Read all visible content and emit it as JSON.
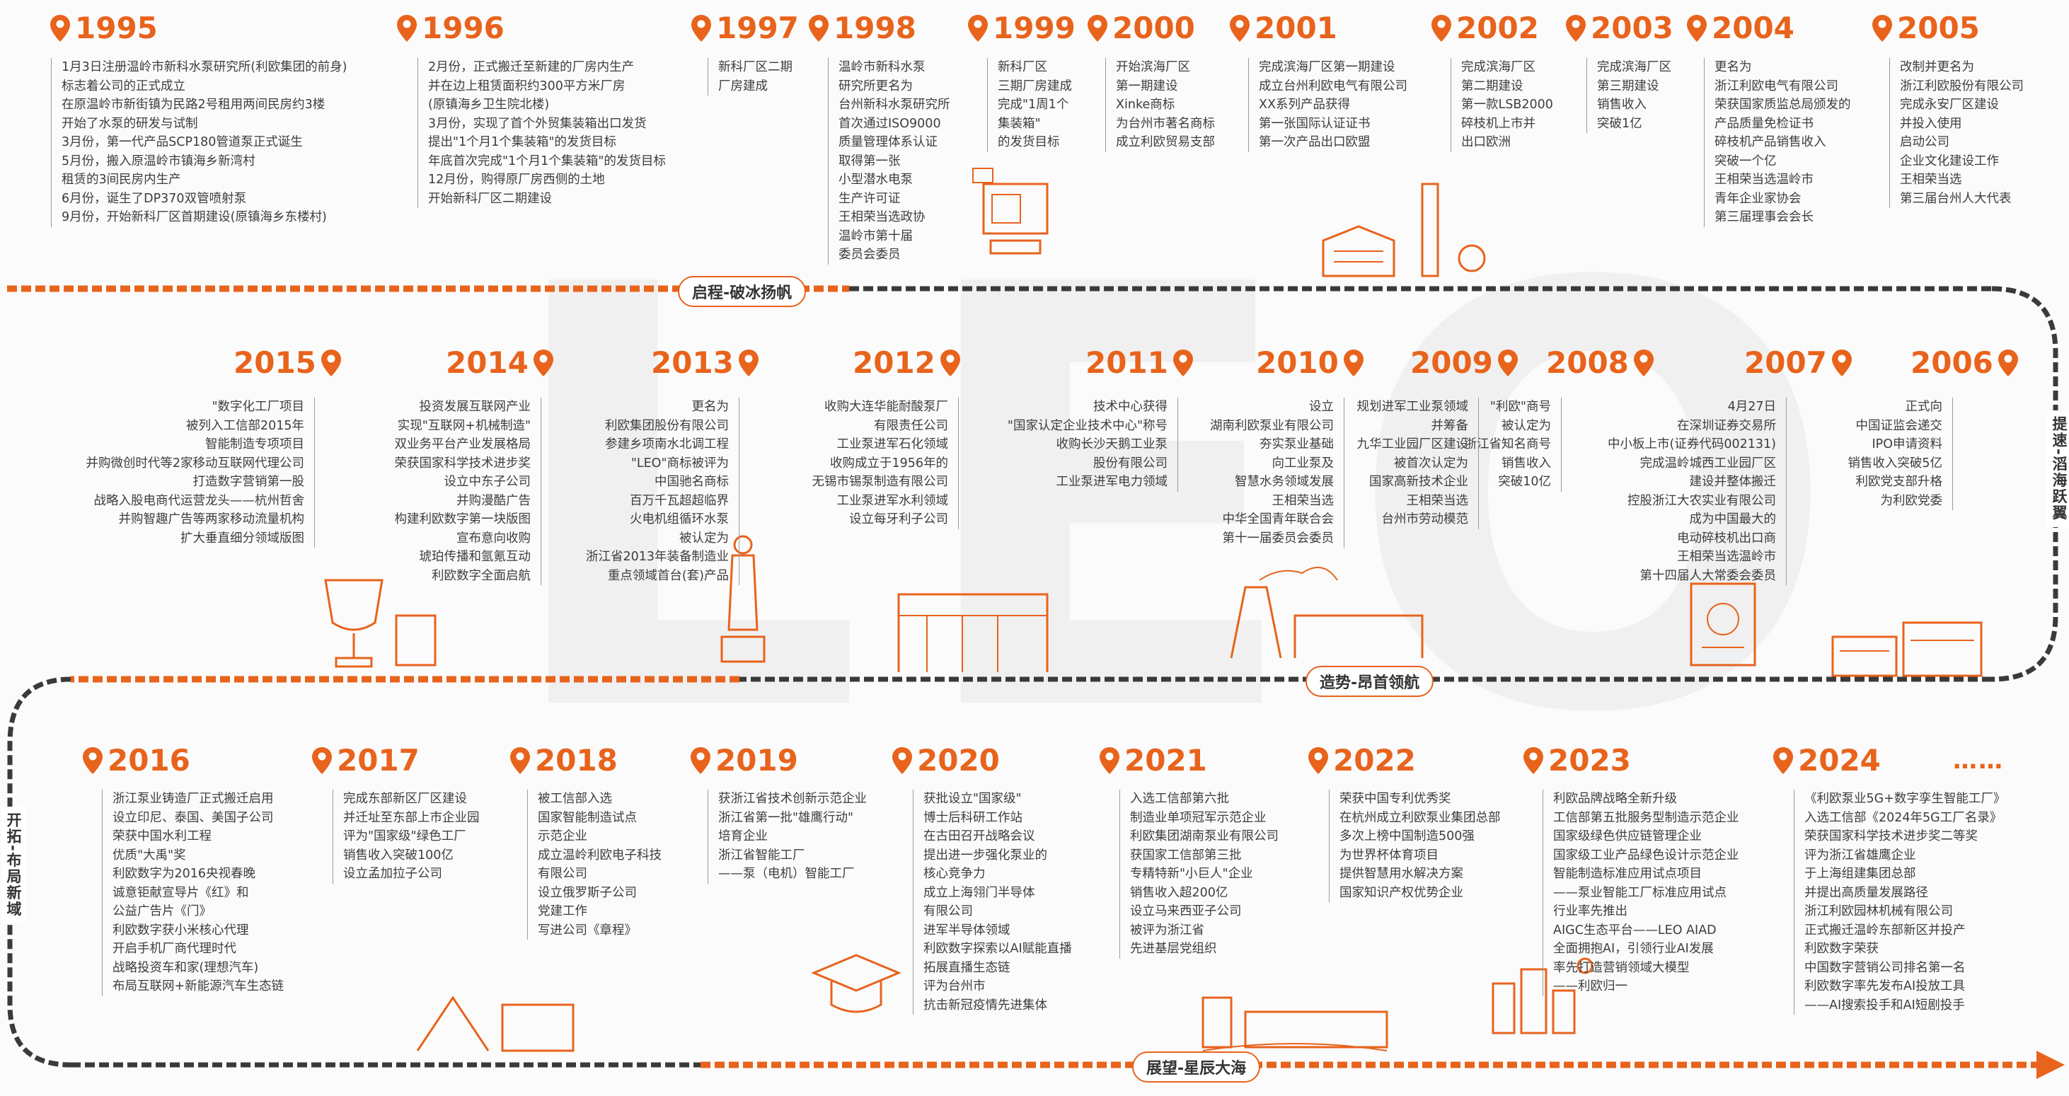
{
  "watermark": "LEO",
  "colors": {
    "accent": "#e8631c",
    "line": "#3a3a3a",
    "text": "#3d3d3d"
  },
  "stages": {
    "s1": "启程-破冰扬帆",
    "s2": "造势-昂首领航",
    "s3": "展望-星辰大海",
    "right_side": "提速-滔海跃翼",
    "left_side": "开拓-布局新域"
  },
  "ellipsis": "……",
  "years": [
    {
      "year": "1995",
      "lines": [
        "1月3日注册温岭市新科水泵研究所(利欧集团的前身)",
        "标志着公司的正式成立",
        "在原温岭市新街镇为民路2号租用两间民房约3楼",
        "开始了水泵的研发与试制",
        "3月份，第一代产品SCP180管道泵正式诞生",
        "5月份，搬入原温岭市镇海乡新湾村",
        "租赁的3间民房内生产",
        "6月份，诞生了DP370双管喷射泵",
        "9月份，开始新科厂区首期建设(原镇海乡东楼村)"
      ]
    },
    {
      "year": "1996",
      "lines": [
        "2月份，正式搬迁至新建的厂房内生产",
        "并在边上租赁面积约300平方米厂房",
        "(原镇海乡卫生院北楼)",
        "3月份，实现了首个外贸集装箱出口发货",
        "提出\"1个月1个集装箱\"的发货目标",
        "年底首次完成\"1个月1个集装箱\"的发货目标",
        "12月份，购得原厂房西侧的土地",
        "开始新科厂区二期建设"
      ]
    },
    {
      "year": "1997",
      "lines": [
        "新科厂区二期",
        "厂房建成"
      ]
    },
    {
      "year": "1998",
      "lines": [
        "温岭市新科水泵",
        "研究所更名为",
        "台州新科水泵研究所",
        "首次通过ISO9000",
        "质量管理体系认证",
        "取得第一张",
        "小型潜水电泵",
        "生产许可证",
        "王相荣当选政协",
        "温岭市第十届",
        "委员会委员"
      ]
    },
    {
      "year": "1999",
      "lines": [
        "新科厂区",
        "三期厂房建成",
        "完成\"1周1个",
        "集装箱\"",
        "的发货目标"
      ]
    },
    {
      "year": "2000",
      "lines": [
        "开始滨海厂区",
        "第一期建设",
        "Xinke商标",
        "为台州市著名商标",
        "成立利欧贸易支部"
      ]
    },
    {
      "year": "2001",
      "lines": [
        "完成滨海厂区第一期建设",
        "成立台州利欧电气有限公司",
        "XX系列产品获得",
        "第一张国际认证证书",
        "第一次产品出口欧盟"
      ]
    },
    {
      "year": "2002",
      "lines": [
        "完成滨海厂区",
        "第二期建设",
        "第一款LSB2000",
        "碎枝机上市并",
        "出口欧洲"
      ]
    },
    {
      "year": "2003",
      "lines": [
        "完成滨海厂区",
        "第三期建设",
        "销售收入",
        "突破1亿"
      ]
    },
    {
      "year": "2004",
      "lines": [
        "更名为",
        "浙江利欧电气有限公司",
        "荣获国家质监总局颁发的",
        "产品质量免检证书",
        "碎枝机产品销售收入",
        "突破一个亿",
        "王相荣当选温岭市",
        "青年企业家协会",
        "第三届理事会会长"
      ]
    },
    {
      "year": "2005",
      "lines": [
        "改制并更名为",
        "浙江利欧股份有限公司",
        "完成永安厂区建设",
        "并投入使用",
        "启动公司",
        "企业文化建设工作",
        "王相荣当选",
        "第三届台州人大代表"
      ]
    },
    {
      "year": "2006",
      "lines": [
        "正式向",
        "中国证监会递交",
        "IPO申请资料",
        "销售收入突破5亿",
        "利欧党支部升格",
        "为利欧党委"
      ]
    },
    {
      "year": "2007",
      "lines": [
        "4月27日",
        "在深圳证券交易所",
        "中小板上市(证券代码002131)",
        "完成温岭城西工业园厂区",
        "建设并整体搬迁",
        "控股浙江大农实业有限公司",
        "成为中国最大的",
        "电动碎枝机出口商",
        "王相荣当选温岭市",
        "第十四届人大常委会委员"
      ]
    },
    {
      "year": "2008",
      "lines": [
        "\"利欧\"商号",
        "被认定为",
        "浙江省知名商号",
        "销售收入",
        "突破10亿"
      ]
    },
    {
      "year": "2009",
      "lines": [
        "规划进军工业泵领域",
        "并筹备",
        "九华工业园厂区建设",
        "被首次认定为",
        "国家高新技术企业",
        "王相荣当选",
        "台州市劳动模范"
      ]
    },
    {
      "year": "2010",
      "lines": [
        "设立",
        "湖南利欧泵业有限公司",
        "夯实泵业基础",
        "向工业泵及",
        "智慧水务领域发展",
        "王相荣当选",
        "中华全国青年联合会",
        "第十一届委员会委员"
      ]
    },
    {
      "year": "2011",
      "lines": [
        "技术中心获得",
        "\"国家认定企业技术中心\"称号",
        "收购长沙天鹅工业泵",
        "股份有限公司",
        "工业泵进军电力领域"
      ]
    },
    {
      "year": "2012",
      "lines": [
        "收购大连华能耐酸泵厂",
        "有限责任公司",
        "工业泵进军石化领域",
        "收购成立于1956年的",
        "无锡市锡泵制造有限公司",
        "工业泵进军水利领域",
        "设立每牙利子公司"
      ]
    },
    {
      "year": "2013",
      "lines": [
        "更名为",
        "利欧集团股份有限公司",
        "参建乡项南水北调工程",
        "\"LEO\"商标被评为",
        "中国驰名商标",
        "百万千瓦超超临界",
        "火电机组循环水泵",
        "被认定为",
        "浙江省2013年装备制造业",
        "重点领域首台(套)产品"
      ]
    },
    {
      "year": "2014",
      "lines": [
        "投资发展互联网产业",
        "实现\"互联网+机械制造\"",
        "双业务平台产业发展格局",
        "荣获国家科学技术进步奖",
        "设立中东子公司",
        "并购漫酷广告",
        "构建利欧数字第一块版图",
        "宣布意向收购",
        "琥珀传播和氩氪互动",
        "利欧数字全面启航"
      ]
    },
    {
      "year": "2015",
      "lines": [
        "\"数字化工厂项目",
        "被列入工信部2015年",
        "智能制造专项项目",
        "并购微创时代等2家移动互联网代理公司",
        "打造数字营销第一股",
        "战略入股电商代运营龙头——杭州哲舍",
        "并购智趣广告等两家移动流量机构",
        "扩大垂直细分领域版图"
      ]
    },
    {
      "year": "2016",
      "lines": [
        "浙江泵业铸造厂正式搬迁启用",
        "设立印尼、泰国、美国子公司",
        "荣获中国水利工程",
        "优质\"大禹\"奖",
        "利欧数字为2016央视春晚",
        "诚意钜献宣导片《红》和",
        "公益广告片《门》",
        "利欧数字获小米核心代理",
        "开启手机厂商代理时代",
        "战略投资车和家(理想汽车)",
        "布局互联网+新能源汽车生态链"
      ]
    },
    {
      "year": "2017",
      "lines": [
        "完成东部新区厂区建设",
        "并迁址至东部上市企业园",
        "评为\"国家级\"绿色工厂",
        "销售收入突破100亿",
        "设立孟加拉子公司"
      ]
    },
    {
      "year": "2018",
      "lines": [
        "被工信部入选",
        "国家智能制造试点",
        "示范企业",
        "成立温岭利欧电子科技",
        "有限公司",
        "设立俄罗斯子公司",
        "党建工作",
        "写进公司《章程》"
      ]
    },
    {
      "year": "2019",
      "lines": [
        "获浙江省技术创新示范企业",
        "浙江省第一批\"雄鹰行动\"",
        "培育企业",
        "浙江省智能工厂",
        "——泵（电机）智能工厂"
      ]
    },
    {
      "year": "2020",
      "lines": [
        "获批设立\"国家级\"",
        "博士后科研工作站",
        "在古田召开战略会议",
        "提出进一步强化泵业的",
        "核心竞争力",
        "成立上海翎门半导体",
        "有限公司",
        "进军半导体领域",
        "利欧数字探索以AI赋能直播",
        "拓展直播生态链",
        "评为台州市",
        "抗击新冠疫情先进集体"
      ]
    },
    {
      "year": "2021",
      "lines": [
        "入选工信部第六批",
        "制造业单项冠军示范企业",
        "利欧集团湖南泵业有限公司",
        "获国家工信部第三批",
        "专精特新\"小巨人\"企业",
        "销售收入超200亿",
        "设立马来西亚子公司",
        "被评为浙江省",
        "先进基层党组织"
      ]
    },
    {
      "year": "2022",
      "lines": [
        "荣获中国专利优秀奖",
        "在杭州成立利欧泵业集团总部",
        "多次上榜中国制造500强",
        "为世界杯体育项目",
        "提供智慧用水解决方案",
        "国家知识产权优势企业"
      ]
    },
    {
      "year": "2023",
      "lines": [
        "利欧品牌战略全新升级",
        "工信部第五批服务型制造示范企业",
        "国家级绿色供应链管理企业",
        "国家级工业产品绿色设计示范企业",
        "智能制造标准应用试点项目",
        "——泵业智能工厂标准应用试点",
        "行业率先推出",
        "AIGC生态平台——LEO AIAD",
        "全面拥抱AI，引领行业AI发展",
        "率先打造营销领域大模型",
        "——利欧归一"
      ]
    },
    {
      "year": "2024",
      "lines": [
        "《利欧泵业5G+数字孪生智能工厂》",
        "入选工信部《2024年5G工厂名录》",
        "荣获国家科学技术进步奖二等奖",
        "评为浙江省雄鹰企业",
        "于上海组建集团总部",
        "并提出高质量发展路径",
        "浙江利欧园林机械有限公司",
        "正式搬迁温岭东部新区并投产",
        "利欧数字荣获",
        "中国数字营销公司排名第一名",
        "利欧数字率先发布AI投放工具",
        "——AI搜索投手和AI短剧投手"
      ]
    }
  ]
}
